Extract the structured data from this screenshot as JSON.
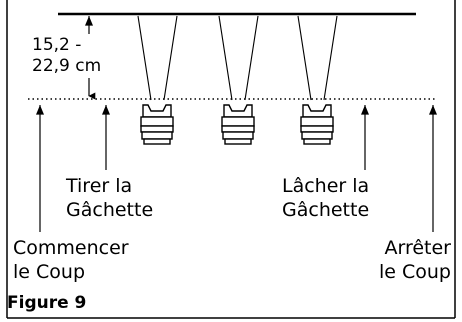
{
  "distance": {
    "line1": "15,2 -",
    "line2": "22,9 cm"
  },
  "labels": {
    "pull_trigger": [
      "Tirer la",
      "Gâchette"
    ],
    "release_trigger": [
      "Lâcher la",
      "Gâchette"
    ],
    "start_stroke": [
      "Commencer",
      "le Coup"
    ],
    "stop_stroke": [
      "Arrêter",
      "le Coup"
    ]
  },
  "figure_caption": "Figure 9",
  "nozzle_positions": 3
}
